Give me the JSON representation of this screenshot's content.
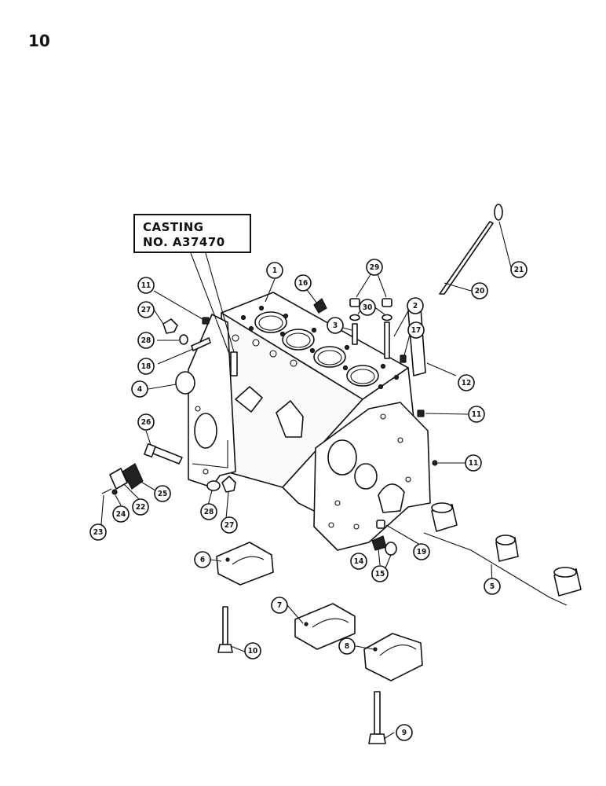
{
  "page_number": "10",
  "casting_label": {
    "line1": "CASTING",
    "line2": "NO. A37470"
  },
  "callouts": [
    {
      "id": "c1",
      "label": "1"
    },
    {
      "id": "c2",
      "label": "2"
    },
    {
      "id": "c3",
      "label": "3"
    },
    {
      "id": "c4",
      "label": "4"
    },
    {
      "id": "c5",
      "label": "5"
    },
    {
      "id": "c6",
      "label": "6"
    },
    {
      "id": "c7",
      "label": "7"
    },
    {
      "id": "c8",
      "label": "8"
    },
    {
      "id": "c9",
      "label": "9"
    },
    {
      "id": "c10",
      "label": "10"
    },
    {
      "id": "c11a",
      "label": "11"
    },
    {
      "id": "c11b",
      "label": "11"
    },
    {
      "id": "c11c",
      "label": "11"
    },
    {
      "id": "c12",
      "label": "12"
    },
    {
      "id": "c14",
      "label": "14"
    },
    {
      "id": "c15",
      "label": "15"
    },
    {
      "id": "c16",
      "label": "16"
    },
    {
      "id": "c17",
      "label": "17"
    },
    {
      "id": "c18",
      "label": "18"
    },
    {
      "id": "c19",
      "label": "19"
    },
    {
      "id": "c20",
      "label": "20"
    },
    {
      "id": "c21",
      "label": "21"
    },
    {
      "id": "c22",
      "label": "22"
    },
    {
      "id": "c23",
      "label": "23"
    },
    {
      "id": "c24",
      "label": "24"
    },
    {
      "id": "c25",
      "label": "25"
    },
    {
      "id": "c26",
      "label": "26"
    },
    {
      "id": "c27a",
      "label": "27"
    },
    {
      "id": "c27b",
      "label": "27"
    },
    {
      "id": "c28a",
      "label": "28"
    },
    {
      "id": "c28b",
      "label": "28"
    },
    {
      "id": "c29",
      "label": "29"
    },
    {
      "id": "c30",
      "label": "30"
    }
  ]
}
